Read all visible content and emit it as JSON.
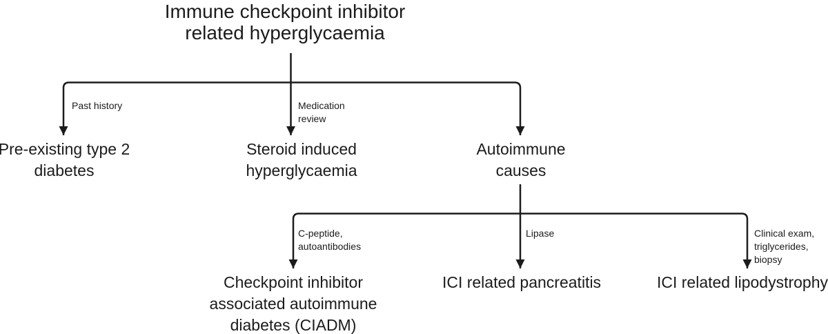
{
  "colors": {
    "background": "#ffffff",
    "line": "#1b1b1b",
    "text": "#1b1b1b"
  },
  "root": {
    "title": [
      "Immune checkpoint inhibitor",
      "related hyperglycaemia"
    ]
  },
  "level1": {
    "edge_labels": {
      "past_history": "Past history",
      "medication_review": [
        "Medication",
        "review"
      ]
    },
    "nodes": {
      "preexisting_diabetes": [
        "Pre-existing type 2",
        "diabetes"
      ],
      "steroid_hyperglycaemia": [
        "Steroid induced",
        "hyperglycaemia"
      ],
      "autoimmune_causes": [
        "Autoimmune",
        "causes"
      ]
    }
  },
  "level2": {
    "edge_labels": {
      "c_peptide_autoantibodies": [
        "C-peptide,",
        "autoantibodies"
      ],
      "lipase": "Lipase",
      "clinical_exam": [
        "Clinical exam,",
        "triglycerides,",
        "biopsy"
      ]
    },
    "nodes": {
      "ciadm": [
        "Checkpoint inhibitor",
        "associated autoimmune",
        "diabetes (CIADM)"
      ],
      "pancreatitis": "ICI related pancreatitis",
      "lipodystrophy": "ICI related lipodystrophy"
    }
  }
}
